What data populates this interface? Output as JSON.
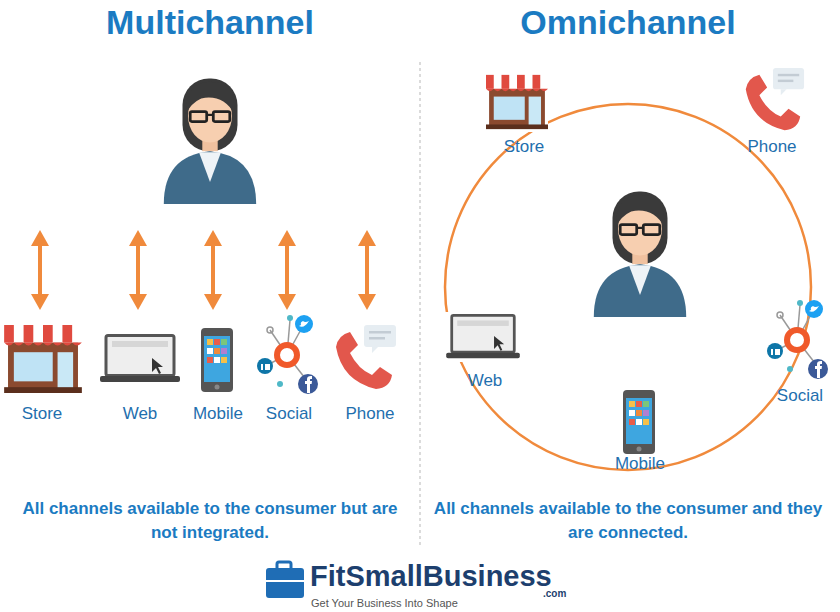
{
  "diagram": {
    "labels": [
      "Multichannel",
      "Omnichannel",
      "Store",
      "Web",
      "Mobile",
      "Social",
      "Phone",
      "All channels available to the consumer but are not integrated.",
      "Store",
      "Phone",
      "Web",
      "Social",
      "Mobile",
      "All channels available to the consumer and they are connected.",
      "FitSmallBusiness",
      ".com",
      "Get Your Business Into Shape"
    ]
  }
}
